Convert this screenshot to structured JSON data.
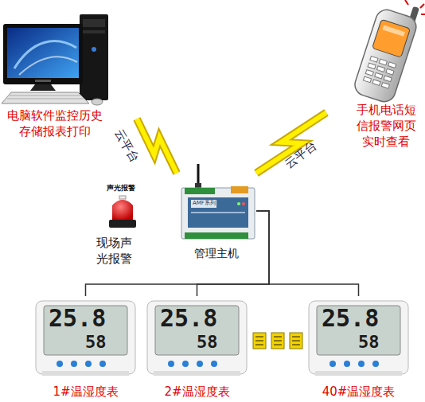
{
  "diagram": {
    "nodes": [
      {
        "text": [
          "电脑软件监控历史 存储报表打印"
        ]
      },
      {
        "text": [
          "手机电话短 信报警网页 实时查看"
        ]
      },
      {
        "text": [
          "现场声 光报警"
        ]
      },
      {
        "text": [
          "管理主机"
        ]
      },
      {
        "text": [
          "1#温湿度表"
        ]
      },
      {
        "text": [
          "2#温湿度表"
        ]
      },
      {
        "text": [
          "40#温湿度表"
        ]
      }
    ],
    "edges": [
      {
        "from": 0,
        "to": 3,
        "arrow": "none",
        "label": "云平台"
      },
      {
        "from": 1,
        "to": 3,
        "arrow": "none",
        "label": "云平台"
      },
      {
        "from": 3,
        "to": 4,
        "arrow": "none"
      },
      {
        "from": 3,
        "to": 5,
        "arrow": "none"
      },
      {
        "from": 3,
        "to": 6,
        "arrow": "none"
      }
    ],
    "labels": [
      "声光报警",
      "AMF系列",
      "25.8",
      "58",
      "25.8",
      "58",
      "25.8",
      "58"
    ]
  }
}
